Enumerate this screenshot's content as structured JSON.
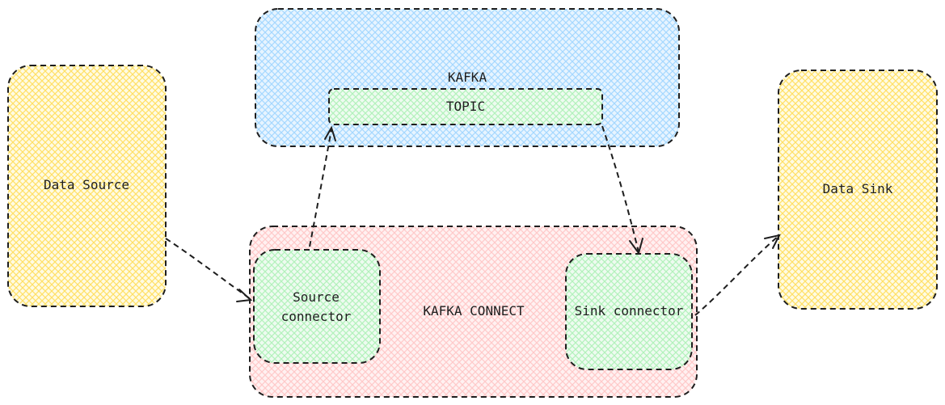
{
  "nodes": {
    "kafka": {
      "label": "KAFKA",
      "color": "#a5d8ff"
    },
    "topic": {
      "label": "TOPIC",
      "color": "#b2f2bb"
    },
    "data_source": {
      "label": "Data Source",
      "color": "#ffec99"
    },
    "data_sink": {
      "label": "Data Sink",
      "color": "#ffec99"
    },
    "kafka_connect": {
      "label": "KAFKA CONNECT",
      "color": "#ffc9c9"
    },
    "source_connector": {
      "label_line1": "Source",
      "label_line2": "connector",
      "color": "#b2f2bb"
    },
    "sink_connector": {
      "label": "Sink connector",
      "color": "#b2f2bb"
    }
  },
  "edges": [
    {
      "from": "data_source",
      "to": "source_connector"
    },
    {
      "from": "source_connector",
      "to": "topic"
    },
    {
      "from": "topic",
      "to": "sink_connector"
    },
    {
      "from": "sink_connector",
      "to": "data_sink"
    }
  ]
}
